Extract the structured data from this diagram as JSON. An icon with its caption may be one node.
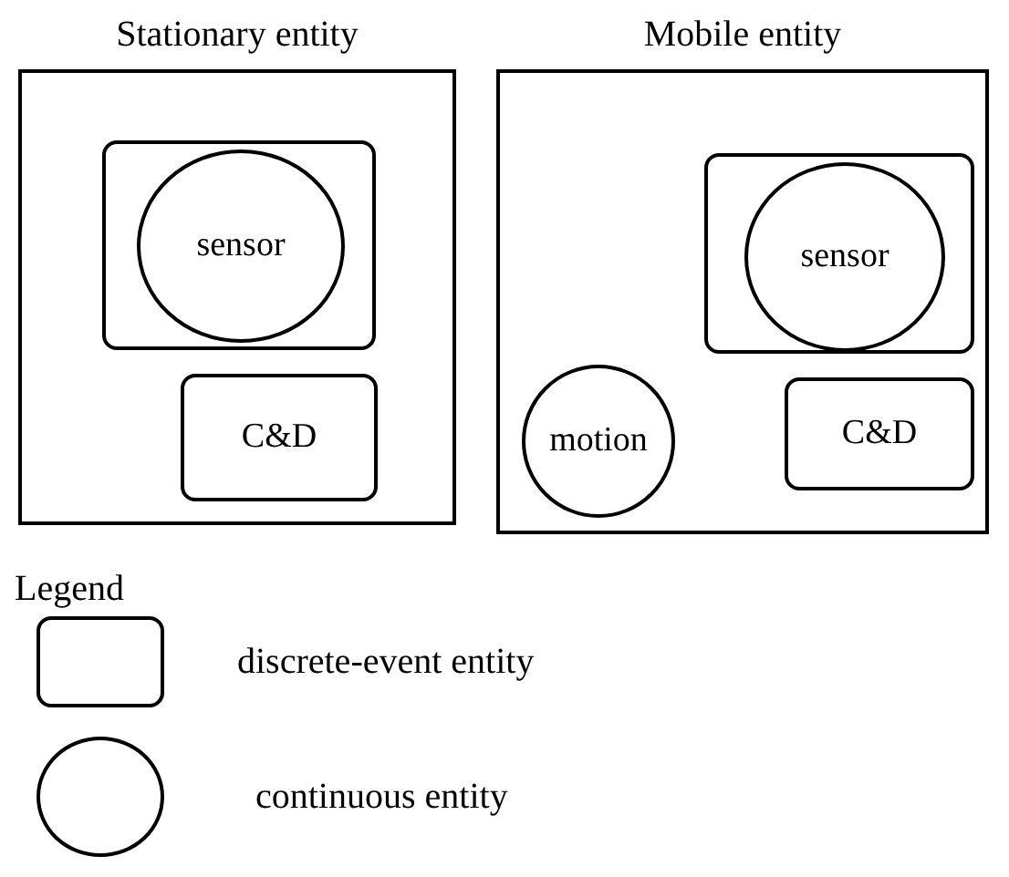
{
  "diagram": {
    "nodes": [
      {
        "text": [
          "Stationary entity"
        ]
      },
      {
        "text": [],
        "shape": "box",
        "in": 0
      },
      {
        "text": [
          "sensor"
        ],
        "in": 1
      },
      {
        "text": [
          "C&D"
        ],
        "in": 0
      },
      {
        "text": [
          "Mobile entity"
        ]
      },
      {
        "text": [],
        "shape": "box",
        "in": 4
      },
      {
        "text": [
          "sensor"
        ],
        "in": 5
      },
      {
        "text": [
          "motion"
        ],
        "in": 4
      },
      {
        "text": [
          "C&D"
        ],
        "in": 4
      }
    ],
    "labels": [
      "Legend"
    ],
    "legend": [
      {
        "text": "discrete-event entity"
      },
      {
        "text": "continuous entity"
      }
    ]
  }
}
